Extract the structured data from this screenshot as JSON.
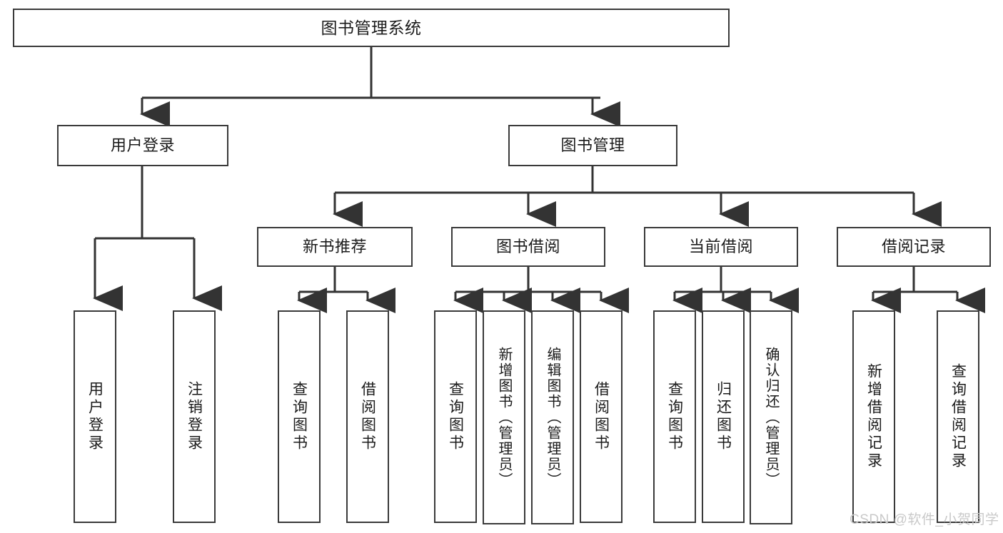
{
  "diagram": {
    "title": "图书管理系统",
    "type": "tree-hierarchy",
    "root": {
      "label": "图书管理系统"
    },
    "level1": [
      {
        "label": "用户登录"
      },
      {
        "label": "图书管理"
      }
    ],
    "level2": [
      {
        "label": "新书推荐"
      },
      {
        "label": "图书借阅"
      },
      {
        "label": "当前借阅"
      },
      {
        "label": "借阅记录"
      }
    ],
    "leaves": {
      "user_login": [
        {
          "label": "用户登录"
        },
        {
          "label": "注销登录"
        }
      ],
      "new_book_recommend": [
        {
          "label": "查询图书"
        },
        {
          "label": "借阅图书"
        }
      ],
      "book_borrow": [
        {
          "label": "查询图书"
        },
        {
          "label": "新增图书（管理员）"
        },
        {
          "label": "编辑图书（管理员）"
        },
        {
          "label": "借阅图书"
        }
      ],
      "current_borrow": [
        {
          "label": "查询图书"
        },
        {
          "label": "归还图书"
        },
        {
          "label": "确认归还（管理员）"
        }
      ],
      "borrow_record": [
        {
          "label": "新增借阅记录"
        },
        {
          "label": "查询借阅记录"
        }
      ]
    }
  },
  "watermark": {
    "text": "CSDN @软件_小贺同学"
  },
  "colors": {
    "box_border": "#3a3a3a",
    "text": "#1b1b1b",
    "connector": "#333333",
    "background": "#ffffff",
    "watermark": "#c9c9c9"
  }
}
